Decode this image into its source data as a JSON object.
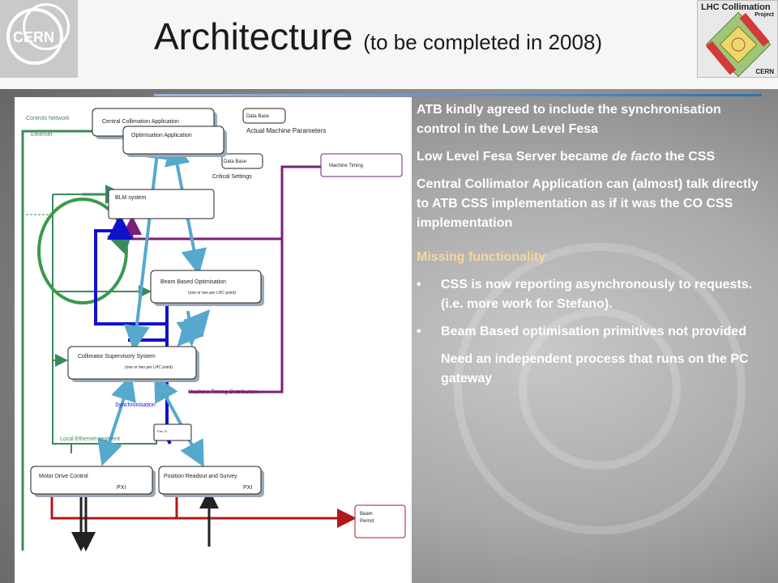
{
  "header": {
    "title": "Architecture",
    "subtitle": "(to be completed in 2008)",
    "left_logo_text": "CERN",
    "right_logo": {
      "line1": "LHC Collimation",
      "line2": "Project",
      "line3": "CERN"
    }
  },
  "diagram": {
    "labels": {
      "controls_network": "Controls Network",
      "ethernet": "Ethernet",
      "local_ethernet": "Local Ethernet segment",
      "synchronisation": "Synchronisation",
      "machine_timing_distribution": "Machine Timing Distribution",
      "actual_machine_parameters": "Actual Machine Parameters",
      "critical_settings": "Critical Settings"
    },
    "boxes": {
      "central_collimation": "Central Collimation Application",
      "optimisation": "Optimisation Application",
      "db_top": "Data Base",
      "db_mid": "Data Base",
      "machine_timing": "Machine Timing",
      "blm": "BLM system",
      "bbo_title": "Beam Based Optimisation",
      "bbo_sub": "(one or two per LHC point)",
      "css_title": "Collimator Supervisory System",
      "css_sub": "(one or two per LHC point)",
      "small_box": "Fan Tx",
      "motor_title": "Motor Drive Control",
      "motor_sub": "PXI",
      "position_title": "Position Readout and Survey",
      "position_sub": "PXI",
      "beam_permit_1": "Beam",
      "beam_permit_2": "Permit"
    }
  },
  "text_panel": {
    "p1": "ATB kindly agreed to include the synchronisation control in the Low Level Fesa",
    "p2_pre": "Low Level Fesa Server became ",
    "p2_em": "de facto",
    "p2_post": " the CSS",
    "p3": "Central Collimator Application can (almost) talk directly to ATB CSS implementation as if it was the CO CSS implementation",
    "missing_title": "Missing functionality",
    "bullets": [
      "CSS is now reporting asynchronously to requests. (i.e. more work for Stefano).",
      "Beam Based optimisation primitives not provided"
    ],
    "last": "Need an independent process that runs on the PC gateway"
  },
  "colors": {
    "ethernet_green": "#3a8a5c",
    "timing_purple": "#7b1f7a",
    "beam_permit_red": "#b01818",
    "blue_link": "#1111cc",
    "light_blue_arrow": "#56a9cc",
    "missing_title_color": "#f5d7a0"
  }
}
